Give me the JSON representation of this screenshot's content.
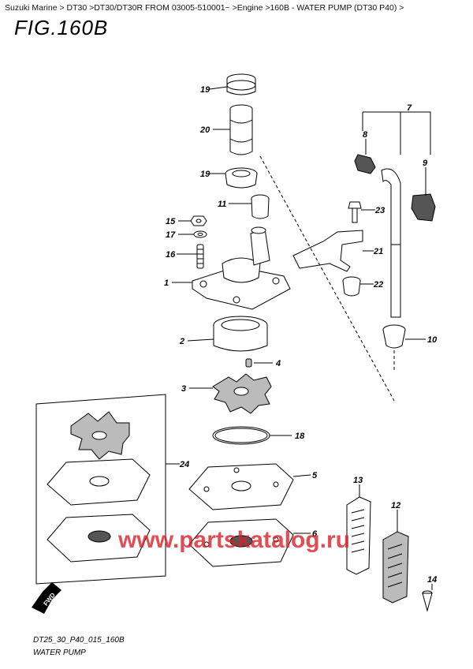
{
  "breadcrumb": "Suzuki Marine > DT30 >DT30/DT30R FROM 03005-510001~ >Engine >160B - WATER PUMP (DT30 P40) >",
  "figure": {
    "title": "FIG.160B"
  },
  "footer": {
    "code": "DT25_30_P40_015_160B",
    "name": "WATER PUMP"
  },
  "watermark": "www.partskatalog.ru",
  "fwd_label": "FWD",
  "callouts": {
    "c1": "1",
    "c2": "2",
    "c3": "3",
    "c4": "4",
    "c5": "5",
    "c6": "6",
    "c7": "7",
    "c8": "8",
    "c9": "9",
    "c10": "10",
    "c11": "11",
    "c12": "12",
    "c13": "13",
    "c14": "14",
    "c15": "15",
    "c16": "16",
    "c17": "17",
    "c18": "18",
    "c19a": "19",
    "c19b": "19",
    "c20": "20",
    "c21": "21",
    "c22": "22",
    "c23": "23",
    "c24": "24"
  },
  "colors": {
    "watermark": "#d8202a",
    "line": "#000000"
  }
}
